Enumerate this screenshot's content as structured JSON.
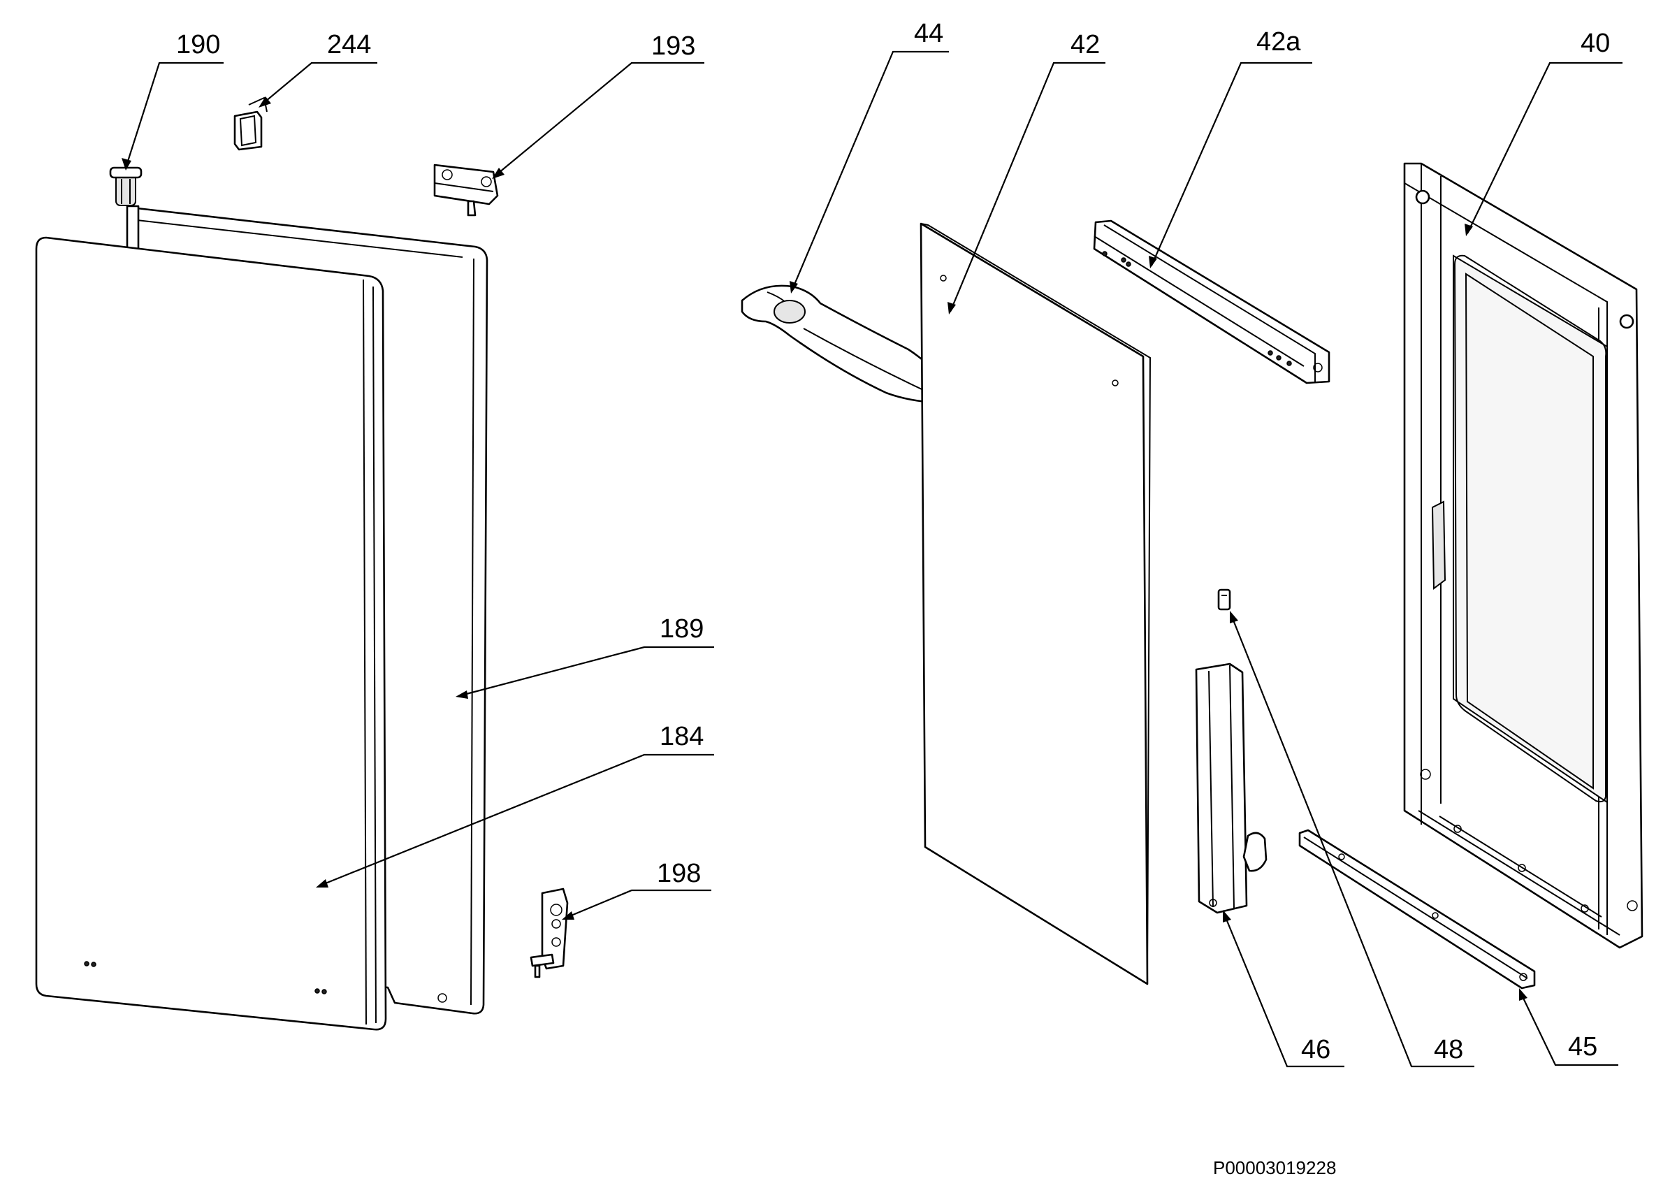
{
  "callouts": {
    "c190": "190",
    "c244": "244",
    "c193": "193",
    "c189": "189",
    "c184": "184",
    "c198": "198",
    "c44": "44",
    "c42": "42",
    "c42a": "42a",
    "c40": "40",
    "c46": "46",
    "c48": "48",
    "c45": "45"
  },
  "document_id": "P00003019228"
}
